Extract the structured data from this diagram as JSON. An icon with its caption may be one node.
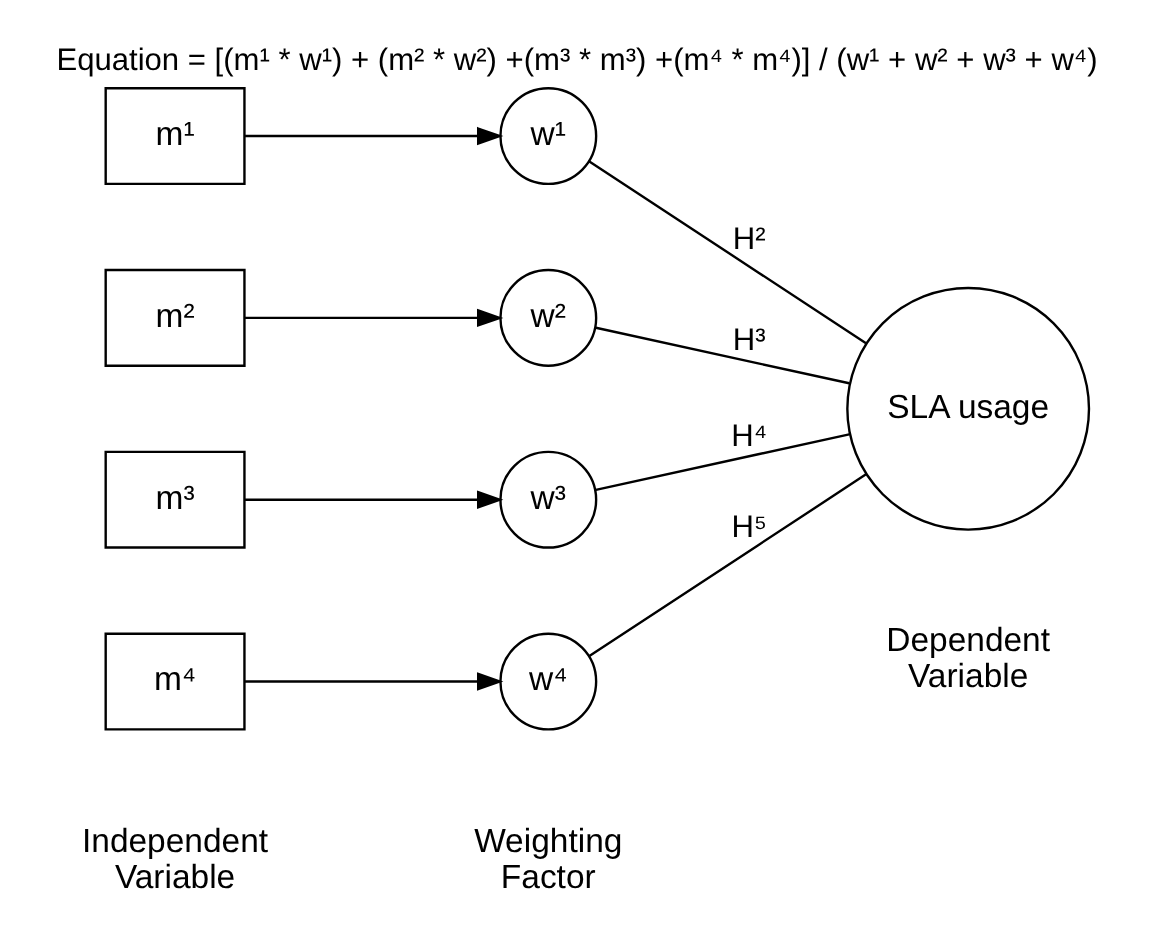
{
  "diagram": {
    "title": "Equation = [(m¹ * w¹) + (m² * w²) +(m³ * m³) +(m⁴ * m⁴)] / (w¹ + w² + w³ + w⁴)",
    "nodes": [
      {
        "text": [
          "m¹"
        ]
      },
      {
        "text": [
          "w¹"
        ]
      },
      {
        "text": [
          "m²"
        ]
      },
      {
        "text": [
          "w²"
        ]
      },
      {
        "text": [
          "m³"
        ]
      },
      {
        "text": [
          "w³"
        ]
      },
      {
        "text": [
          "m⁴"
        ]
      },
      {
        "text": [
          "w⁴"
        ]
      },
      {
        "text": [
          "SLA usage"
        ]
      }
    ],
    "edges": [
      {
        "from": 0,
        "to": 1,
        "arrow": "to"
      },
      {
        "from": 2,
        "to": 3,
        "arrow": "to"
      },
      {
        "from": 4,
        "to": 5,
        "arrow": "to"
      },
      {
        "from": 6,
        "to": 7,
        "arrow": "to"
      },
      {
        "from": 1,
        "to": 8,
        "arrow": "none",
        "label": "H²"
      },
      {
        "from": 3,
        "to": 8,
        "arrow": "none",
        "label": "H³"
      },
      {
        "from": 5,
        "to": 8,
        "arrow": "none",
        "label": "H⁴"
      },
      {
        "from": 7,
        "to": 8,
        "arrow": "none",
        "label": "H⁵"
      }
    ],
    "labels": [
      "Independent Variable",
      "Weighting Factor",
      "Dependent Variable"
    ]
  }
}
